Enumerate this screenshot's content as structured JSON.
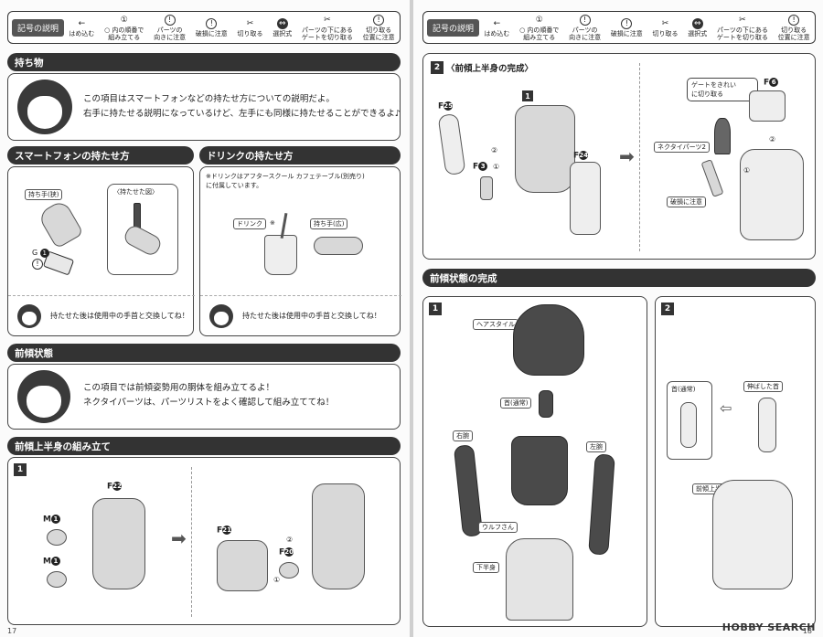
{
  "legend": {
    "title": "記号の説明",
    "items": [
      {
        "label": "はめ込む",
        "icon": "arrow-left-icon",
        "sym": "←"
      },
      {
        "label": "○ 内の順番で\n組み立てる",
        "icon": "circled-1-icon",
        "sym": "①"
      },
      {
        "label": "パーツの\n向きに注意",
        "icon": "caution-icon",
        "sym": "!"
      },
      {
        "label": "破損に注意",
        "icon": "damage-icon",
        "sym": "!"
      },
      {
        "label": "切り取る",
        "icon": "nipper-icon",
        "sym": "✂"
      },
      {
        "label": "選択式",
        "icon": "select-arrow-icon",
        "sym": "⇔"
      },
      {
        "label": "パーツの下にある\nゲートを切り取る",
        "icon": "gate-cut-icon",
        "sym": "✂"
      },
      {
        "label": "切り取る\n位置に注意",
        "icon": "cut-position-icon",
        "sym": "!"
      }
    ]
  },
  "left": {
    "page_number": "17",
    "mochimono": {
      "header": "持ち物",
      "line1": "この項目はスマートフォンなどの持たせ方についての説明だよ。",
      "line2": "右手に持たせる説明になっているけど、左手にも同様に持たせることができるよ♪"
    },
    "smartphone": {
      "header": "スマートフォンの持たせ方",
      "hand_label": "持ち手(狭)",
      "held_label": "〈持たせた図〉",
      "gate_label": "G",
      "gate_num": "1",
      "note": "持たせた後は使用中の手首と交換してね！"
    },
    "drink": {
      "header": "ドリンクの持たせ方",
      "note1": "※ドリンクはアフタースクール カフェテーブル(別売り)",
      "note2": "に付属しています。",
      "drink_label": "ドリンク",
      "drink_mark": "※",
      "hand_label": "持ち手(広)",
      "note": "持たせた後は使用中の手首と交換してね！"
    },
    "zenkei": {
      "header": "前傾状態",
      "line1": "この項目では前傾姿勢用の胴体を組み立てるよ！",
      "line2": "ネクタイパーツは、パーツリストをよく確認して組み立ててね！"
    },
    "upper_assembly": {
      "header": "前傾上半身の組み立て",
      "step": "1",
      "f22": "F",
      "f22n": "22",
      "m1a": "M",
      "m1b": "M",
      "mn": "1",
      "f21": "F",
      "f21n": "21",
      "f20": "F",
      "f20n": "20",
      "c1": "①",
      "c2": "②"
    }
  },
  "right": {
    "page_number": "18",
    "complete_upper": {
      "header": "2〈前傾上半身の完成〉",
      "num": "2",
      "title": "〈前傾上半身の完成〉",
      "part1": "1",
      "f25": "F",
      "f25n": "25",
      "f3": "F",
      "f3n": "3",
      "f24": "F",
      "f24n": "24",
      "f6": "F",
      "f6n": "6",
      "gate_note1": "ゲートをきれい",
      "gate_note2": "に切り取る",
      "necktie": "ネクタイパーツ2",
      "damage": "破損に注意",
      "c1": "①",
      "c2": "②"
    },
    "complete_zenkei": {
      "header": "前傾状態の完成",
      "step1": "1",
      "step2": "2",
      "hair": "ヘアスタイル",
      "neck_normal": "首(通常)",
      "right_arm": "右腕",
      "left_arm": "左腕",
      "wolf": "ウルフさん",
      "lower": "下半身",
      "neck_normal2": "首(通常)",
      "neck_long": "伸ばした首",
      "upper_body": "前傾上半身"
    },
    "watermark": "HOBBY SEARCH"
  },
  "colors": {
    "dark": "#333333",
    "paper": "#fbfbfb",
    "part": "#d8d8d8"
  }
}
